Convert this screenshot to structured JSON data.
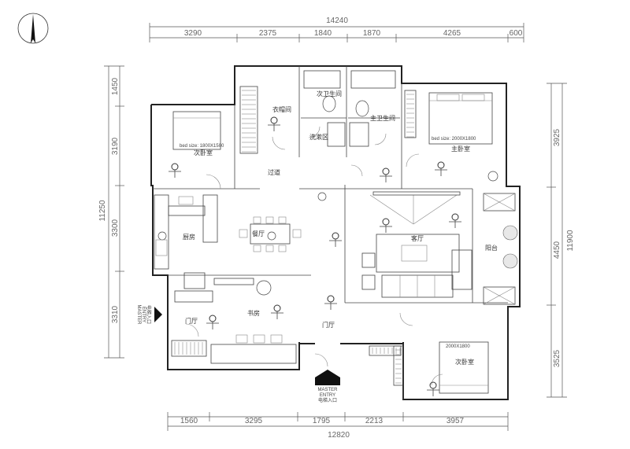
{
  "dimensions": {
    "top_total": "14240",
    "top": [
      "3290",
      "2375",
      "1840",
      "1870",
      "4265",
      "600"
    ],
    "bottom_total": "12820",
    "bottom": [
      "1560",
      "3295",
      "1795",
      "2213",
      "3957"
    ],
    "left_total": "11250",
    "left": [
      "1450",
      "3190",
      "3300",
      "3310"
    ],
    "right_total": "11900",
    "right": [
      "3925",
      "4450",
      "3525"
    ]
  },
  "rooms": {
    "wardrobe": "衣帽间",
    "second_bath": "次卫生间",
    "master_bath": "主卫生间",
    "master_bedroom": "主卧室",
    "second_bedroom_top": "次卧室",
    "wash_area": "洗漱区",
    "corridor": "过道",
    "kitchen": "厨房",
    "dining": "餐厅",
    "living": "客厅",
    "balcony": "阳台",
    "study": "书房",
    "foyer_left": "门厅",
    "foyer_center": "门厅",
    "second_bedroom_bottom": "次卧室"
  },
  "bed_labels": {
    "top_left": "bed size: 1800X1500",
    "master": "bed size: 2000X1800",
    "bottom": "2000X1800"
  },
  "entries": {
    "master": [
      "MASTER",
      "ENTRY"
    ],
    "master_caption": "电梯入口",
    "left": [
      "MASTER",
      "ENTRY"
    ],
    "left_caption": "电梯入口"
  }
}
